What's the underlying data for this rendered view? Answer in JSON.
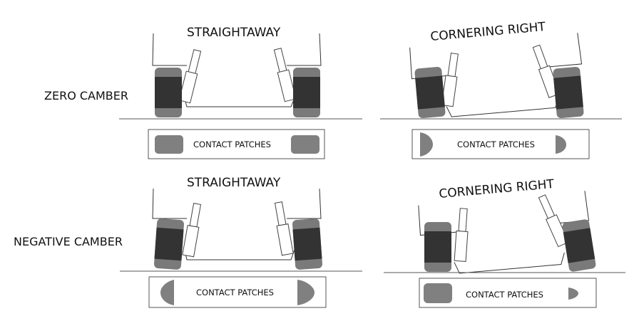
{
  "rows": [
    {
      "label": "ZERO CAMBER",
      "panels": [
        {
          "title": "STRAIGHTAWAY",
          "patch_label": "CONTACT PATCHES"
        },
        {
          "title": "CORNERING RIGHT",
          "patch_label": "CONTACT PATCHES"
        }
      ]
    },
    {
      "label": "NEGATIVE CAMBER",
      "panels": [
        {
          "title": "STRAIGHTAWAY",
          "patch_label": "CONTACT PATCHES"
        },
        {
          "title": "CORNERING RIGHT",
          "patch_label": "CONTACT PATCHES"
        }
      ]
    }
  ],
  "colors": {
    "tire_outer": "#7a7a7a",
    "tire_inner": "#333333",
    "patch": "#808080",
    "line": "#333333"
  }
}
